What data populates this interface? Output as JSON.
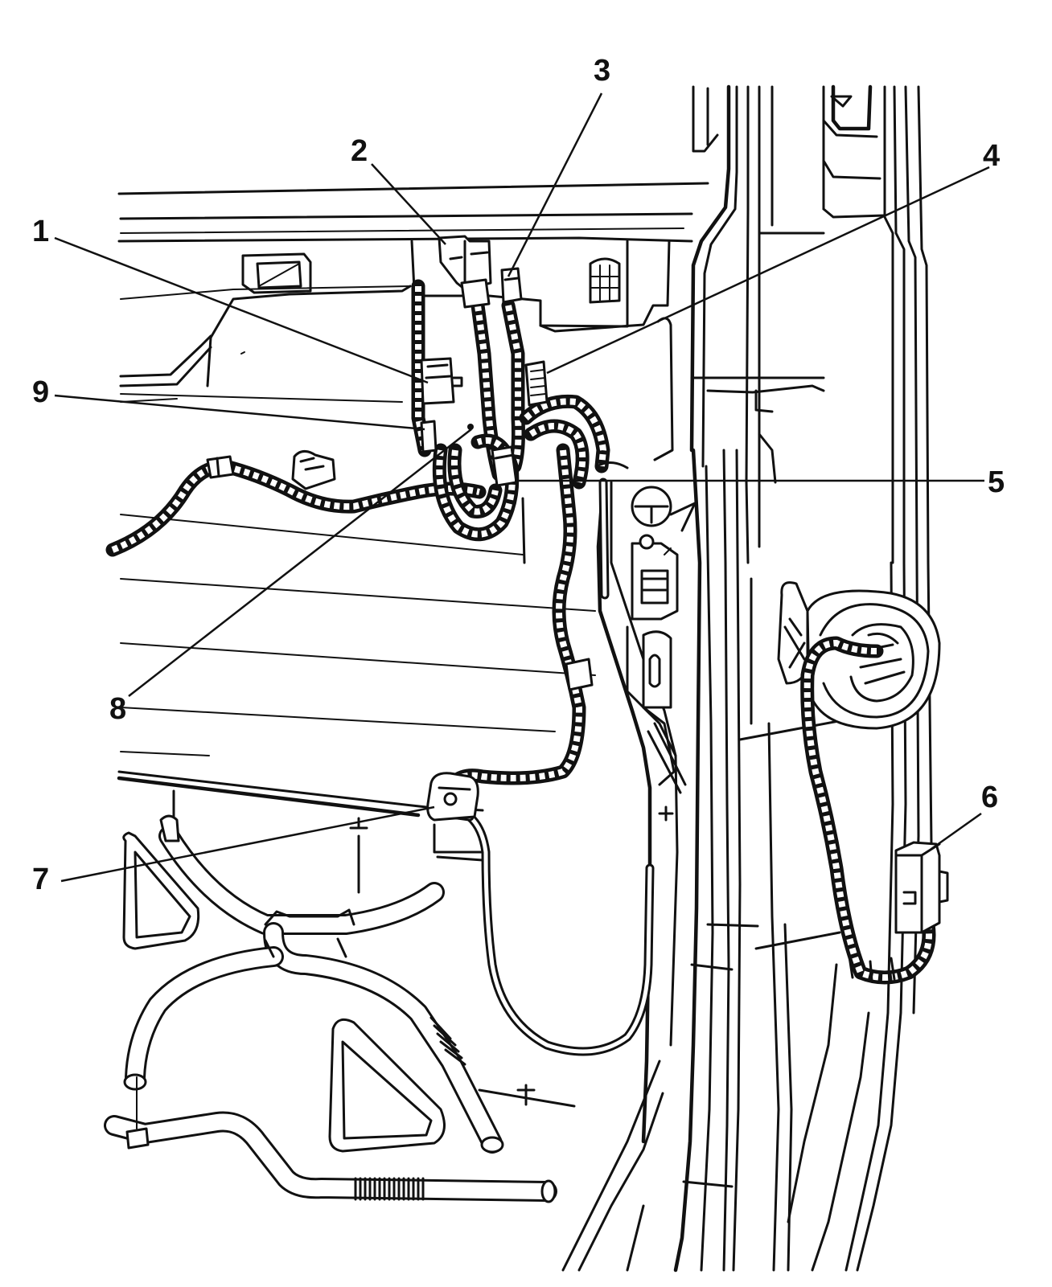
{
  "callouts": [
    {
      "id": "1",
      "label": "1"
    },
    {
      "id": "2",
      "label": "2"
    },
    {
      "id": "3",
      "label": "3"
    },
    {
      "id": "4",
      "label": "4"
    },
    {
      "id": "5",
      "label": "5"
    },
    {
      "id": "6",
      "label": "6"
    },
    {
      "id": "7",
      "label": "7"
    },
    {
      "id": "8",
      "label": "8"
    },
    {
      "id": "9",
      "label": "9"
    }
  ],
  "colors": {
    "ink": "#111111",
    "paper": "#ffffff"
  }
}
